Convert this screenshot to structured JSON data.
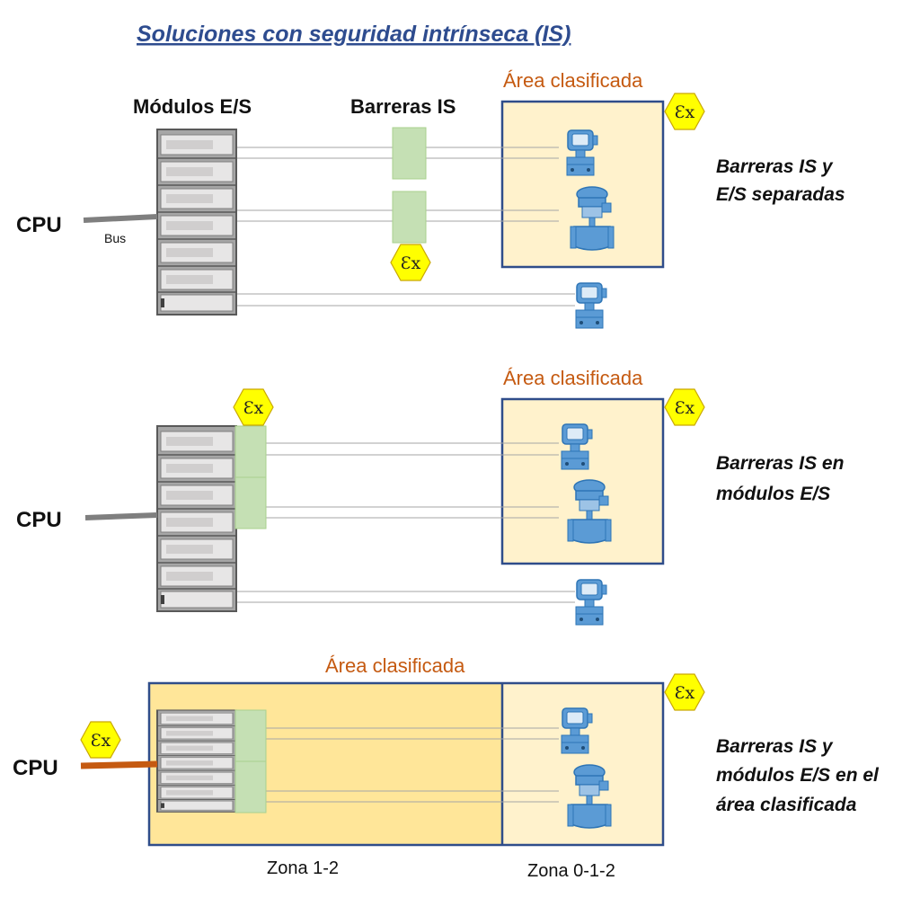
{
  "title": "Soluciones con seguridad intrínseca (IS)",
  "labels": {
    "modules_header": "Módulos E/S",
    "barriers_header": "Barreras IS",
    "classified_area": "Área clasificada",
    "cpu": "CPU",
    "bus": "Bus",
    "ex_mark": "Ɛx"
  },
  "sections": [
    {
      "lines": [
        "Barreras IS y",
        "E/S separadas"
      ]
    },
    {
      "lines": [
        "Barreras IS en",
        "módulos E/S"
      ]
    },
    {
      "lines": [
        "Barreras IS y",
        "módulos E/S en el",
        "área clasificada"
      ]
    }
  ],
  "zones": {
    "zone_a": "Zona 1-2",
    "zone_b": "Zona 0-1-2"
  },
  "colors": {
    "title": "#2e4c8f",
    "area_text": "#c55a11",
    "area_fill": "#fff2cc",
    "zone12_fill": "#ffe699",
    "area_border": "#2f4d8a",
    "barrier": "#c5e0b4",
    "ex_fill": "#ffff00",
    "device": "#5b9bd5",
    "cpu_bus_orange": "#c55a11",
    "bus_gray": "#7f7f7f"
  }
}
